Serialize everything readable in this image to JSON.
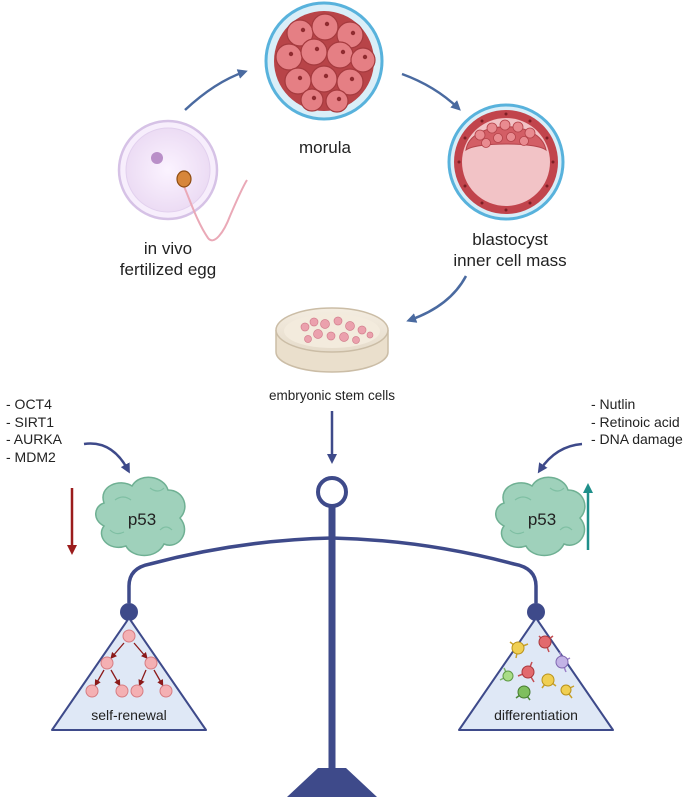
{
  "stages": {
    "egg": "in vivo\nfertilized egg",
    "morula": "morula",
    "blastocyst": "blastocyst\ninner cell mass",
    "esc": "embryonic stem cells"
  },
  "left_factors": [
    "- OCT4",
    "- SIRT1",
    "- AURKA",
    "- MDM2"
  ],
  "right_factors": [
    "- Nutlin",
    "- Retinoic acid",
    "- DNA damage"
  ],
  "p53_label": "p53",
  "outcomes": {
    "left": "self-renewal",
    "right": "differentiation"
  },
  "colors": {
    "arrow": "#4a6aa0",
    "scale": "#3e4a8a",
    "down_arrow": "#9b1c1c",
    "up_arrow": "#1f8f8a",
    "protein": "#9fd1bb",
    "triangle_fill": "#dfe8f6"
  }
}
